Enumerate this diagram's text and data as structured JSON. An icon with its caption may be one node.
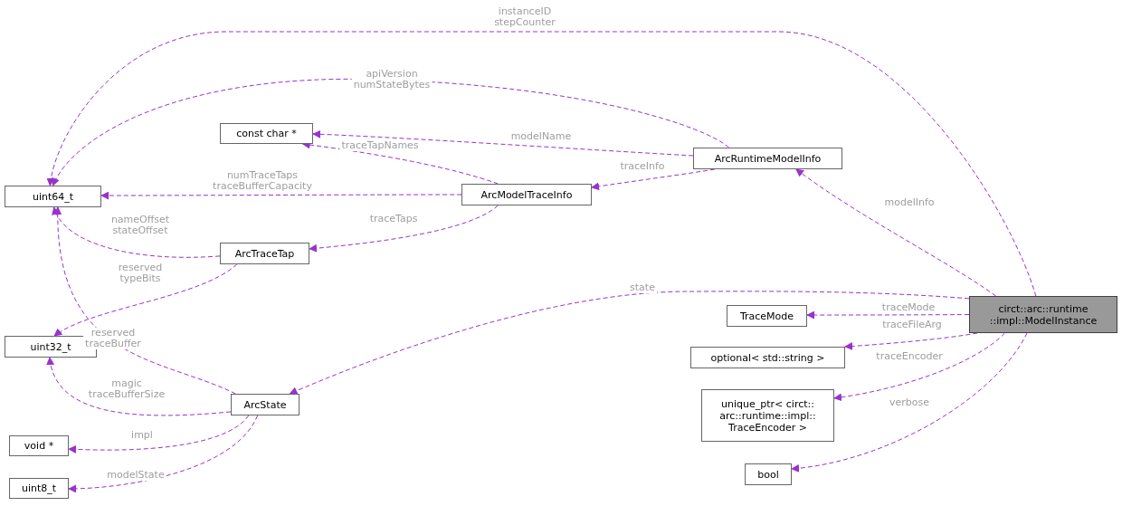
{
  "diagram": {
    "nodes": [
      {
        "text": [
          "uint64_t"
        ]
      },
      {
        "text": [
          "const char *"
        ]
      },
      {
        "text": [
          "ArcRuntimeModelInfo"
        ]
      },
      {
        "text": [
          "ArcModelTraceInfo"
        ]
      },
      {
        "text": [
          "ArcTraceTap"
        ]
      },
      {
        "text": [
          "uint32_t"
        ]
      },
      {
        "text": [
          "ArcState"
        ]
      },
      {
        "text": [
          "void *"
        ]
      },
      {
        "text": [
          "uint8_t"
        ]
      },
      {
        "text": [
          "TraceMode"
        ]
      },
      {
        "text": [
          "circt::arc::runtime ::impl::ModelInstance"
        ]
      },
      {
        "text": [
          "optional< std::string >"
        ]
      },
      {
        "text": [
          "unique_ptr< circt:: arc::runtime::impl:: TraceEncoder >"
        ]
      },
      {
        "text": [
          "bool"
        ]
      }
    ],
    "edges": [
      {
        "from": 10,
        "to": 0,
        "arrow": "to",
        "label": "instanceID stepCounter",
        "style": "dashed"
      },
      {
        "from": 2,
        "to": 0,
        "arrow": "to",
        "label": "apiVersion numStateBytes",
        "style": "dashed"
      },
      {
        "from": 2,
        "to": 1,
        "arrow": "to",
        "label": "modelName",
        "style": "dashed"
      },
      {
        "from": 2,
        "to": 3,
        "arrow": "to",
        "label": "traceInfo",
        "style": "dashed"
      },
      {
        "from": 3,
        "to": 1,
        "arrow": "to",
        "label": "traceTapNames",
        "style": "dashed"
      },
      {
        "from": 3,
        "to": 0,
        "arrow": "to",
        "label": "numTraceTaps traceBufferCapacity",
        "style": "dashed"
      },
      {
        "from": 3,
        "to": 4,
        "arrow": "to",
        "label": "traceTaps",
        "style": "dashed"
      },
      {
        "from": 4,
        "to": 0,
        "arrow": "to",
        "label": "nameOffset stateOffset",
        "style": "dashed"
      },
      {
        "from": 4,
        "to": 5,
        "arrow": "to",
        "label": "reserved typeBits",
        "style": "dashed"
      },
      {
        "from": 6,
        "to": 0,
        "arrow": "to",
        "label": "reserved traceBuffer",
        "style": "dashed"
      },
      {
        "from": 6,
        "to": 5,
        "arrow": "to",
        "label": "magic traceBufferSize",
        "style": "dashed"
      },
      {
        "from": 6,
        "to": 7,
        "arrow": "to",
        "label": "impl",
        "style": "dashed"
      },
      {
        "from": 6,
        "to": 8,
        "arrow": "to",
        "label": "modelState",
        "style": "dashed"
      },
      {
        "from": 10,
        "to": 2,
        "arrow": "to",
        "label": "modelInfo",
        "style": "dashed"
      },
      {
        "from": 10,
        "to": 6,
        "arrow": "to",
        "label": "state",
        "style": "dashed"
      },
      {
        "from": 10,
        "to": 9,
        "arrow": "to",
        "label": "traceMode",
        "style": "dashed"
      },
      {
        "from": 10,
        "to": 11,
        "arrow": "to",
        "label": "traceFileArg",
        "style": "dashed"
      },
      {
        "from": 10,
        "to": 12,
        "arrow": "to",
        "label": "traceEncoder",
        "style": "dashed"
      },
      {
        "from": 10,
        "to": 13,
        "arrow": "to",
        "label": "verbose",
        "style": "dashed"
      }
    ]
  }
}
